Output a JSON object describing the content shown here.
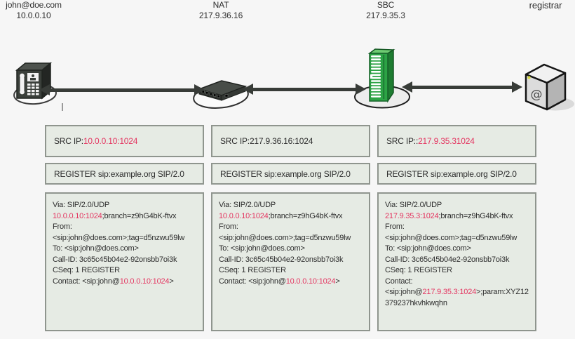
{
  "colors": {
    "highlight": "#e43560",
    "ink": "#2d2d2d",
    "boxFill": "#e6ebe4",
    "boxBorder": "#8f958e",
    "arrow": "#383c38",
    "pageBg": "#f6f6f6",
    "sbcGreen": "#2ca345"
  },
  "nodes": [
    {
      "id": "client",
      "icon": "ip-phone-icon",
      "lines": [
        "john@doe.com",
        "10.0.0.10"
      ]
    },
    {
      "id": "nat",
      "icon": "router-icon",
      "lines": [
        "NAT",
        "217.9.36.16"
      ]
    },
    {
      "id": "sbc",
      "icon": "server-icon",
      "lines": [
        "SBC",
        "217.9.35.3"
      ]
    },
    {
      "id": "registrar",
      "icon": "at-cube-icon",
      "lines": [
        "registrar"
      ]
    }
  ],
  "columns": [
    {
      "src": [
        {
          "t": "SRC IP:"
        },
        {
          "t": "10.0.0.10:1024",
          "hl": true
        }
      ],
      "register": "REGISTER sip:example.org SIP/2.0",
      "message": [
        [
          {
            "t": "Via: SIP/2.0/UDP"
          }
        ],
        [
          {
            "t": "10.0.0.10:1024",
            "hl": true
          },
          {
            "t": ";branch=z9hG4bK-ftvx"
          }
        ],
        [
          {
            "t": "From:"
          }
        ],
        [
          {
            "t": "<sip:john@does.com>;tag=d5nzwu59lw"
          }
        ],
        [
          {
            "t": "To: <sip:john@does.com>"
          }
        ],
        [
          {
            "t": "Call-ID: 3c65c45b04e2-92onsbb7oi3k"
          }
        ],
        [
          {
            "t": "CSeq: 1 REGISTER"
          }
        ],
        [
          {
            "t": "Contact: <sip:john@"
          },
          {
            "t": "10.0.0.10:1024",
            "hl": true
          },
          {
            "t": ">"
          }
        ]
      ]
    },
    {
      "src": [
        {
          "t": "SRC IP:217.9.36.16:1024"
        }
      ],
      "register": "REGISTER sip:example.org SIP/2.0",
      "message": [
        [
          {
            "t": "Via: SIP/2.0/UDP"
          }
        ],
        [
          {
            "t": "10.0.0.10:1024",
            "hl": true
          },
          {
            "t": ";branch=z9hG4bK-ftvx"
          }
        ],
        [
          {
            "t": "From:"
          }
        ],
        [
          {
            "t": "<sip:john@does.com>;tag=d5nzwu59lw"
          }
        ],
        [
          {
            "t": "To: <sip:john@does.com>"
          }
        ],
        [
          {
            "t": "Call-ID: 3c65c45b04e2-92onsbb7oi3k"
          }
        ],
        [
          {
            "t": "CSeq: 1 REGISTER"
          }
        ],
        [
          {
            "t": "Contact: <sip:john@"
          },
          {
            "t": "10.0.0.10:1024",
            "hl": true
          },
          {
            "t": ">"
          }
        ]
      ]
    },
    {
      "src": [
        {
          "t": "SRC IP::"
        },
        {
          "t": "217.9.35.31024",
          "hl": true
        }
      ],
      "register": "REGISTER sip:example.org SIP/2.0",
      "message": [
        [
          {
            "t": "Via: SIP/2.0/UDP"
          }
        ],
        [
          {
            "t": "217.9.35.3:1024",
            "hl": true
          },
          {
            "t": ";branch=z9hG4bK-ftvx"
          }
        ],
        [
          {
            "t": "From:"
          }
        ],
        [
          {
            "t": "<sip:john@does.com>;tag=d5nzwu59lw"
          }
        ],
        [
          {
            "t": "To: <sip:john@does.com>"
          }
        ],
        [
          {
            "t": "Call-ID: 3c65c45b04e2-92onsbb7oi3k"
          }
        ],
        [
          {
            "t": "CSeq: 1 REGISTER"
          }
        ],
        [
          {
            "t": "Contact:"
          }
        ],
        [
          {
            "t": "<sip:john@"
          },
          {
            "t": "217.9.35.3:1024",
            "hl": true
          },
          {
            "t": ">;param:XYZ12379237hkvhkwqhn"
          }
        ]
      ]
    }
  ]
}
